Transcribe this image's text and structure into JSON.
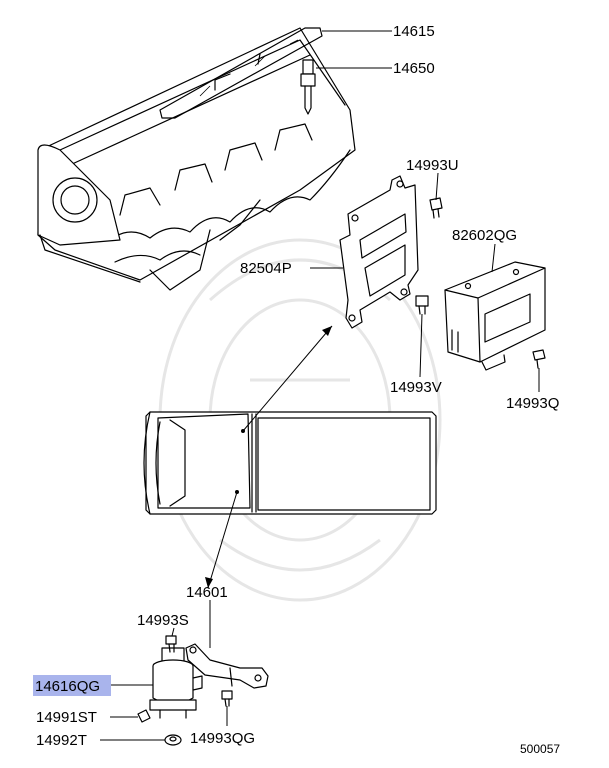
{
  "diagram": {
    "part_numbers": {
      "p14615": "14615",
      "p14650": "14650",
      "p14993U": "14993U",
      "p82504P": "82504P",
      "p82602QG": "82602QG",
      "p14993V": "14993V",
      "p14993Q": "14993Q",
      "p14601": "14601",
      "p14993S": "14993S",
      "p14616QG": "14616QG",
      "p14991ST": "14991ST",
      "p14992T": "14992T",
      "p14993QG": "14993QG"
    },
    "diagram_id": "500057",
    "highlight_color": "#a9b4ec"
  }
}
